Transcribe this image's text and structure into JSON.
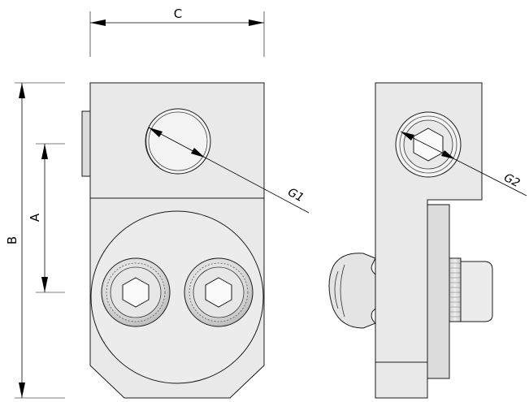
{
  "dimensions": {
    "width_label": "C",
    "total_height_label": "B",
    "inner_height_label": "A",
    "front_thread_label": "G1",
    "side_thread_label": "G2"
  }
}
